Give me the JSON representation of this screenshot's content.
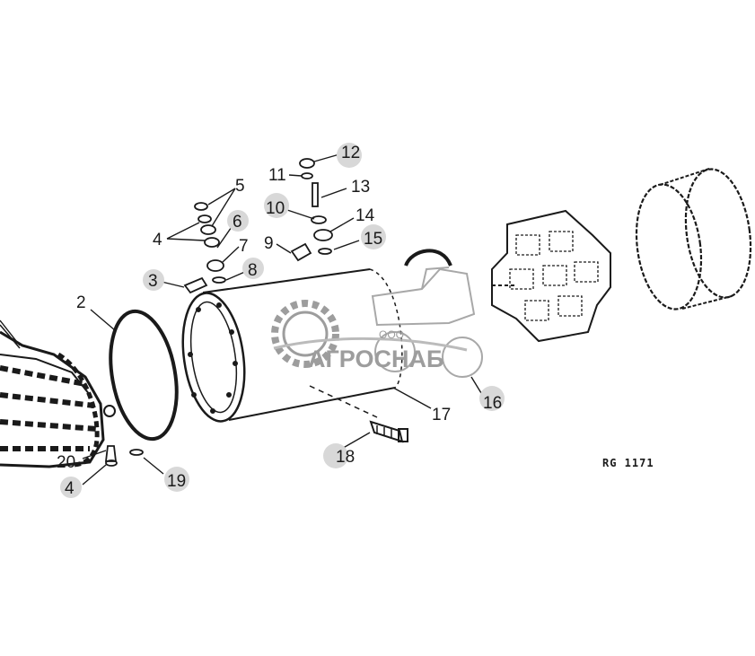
{
  "drawing": {
    "reference_code": "RG 1171",
    "watermark": {
      "prefix": "ООО",
      "name": "АГРОСНАБ"
    },
    "callouts": [
      "2",
      "3",
      "4",
      "5",
      "6",
      "7",
      "8",
      "9",
      "10",
      "11",
      "12",
      "13",
      "14",
      "15",
      "16",
      "17",
      "18",
      "19",
      "20",
      "4"
    ]
  },
  "colors": {
    "line": "#1a1a1a",
    "bubble": "#d8d8d8",
    "watermark": "#8c8c8c"
  }
}
